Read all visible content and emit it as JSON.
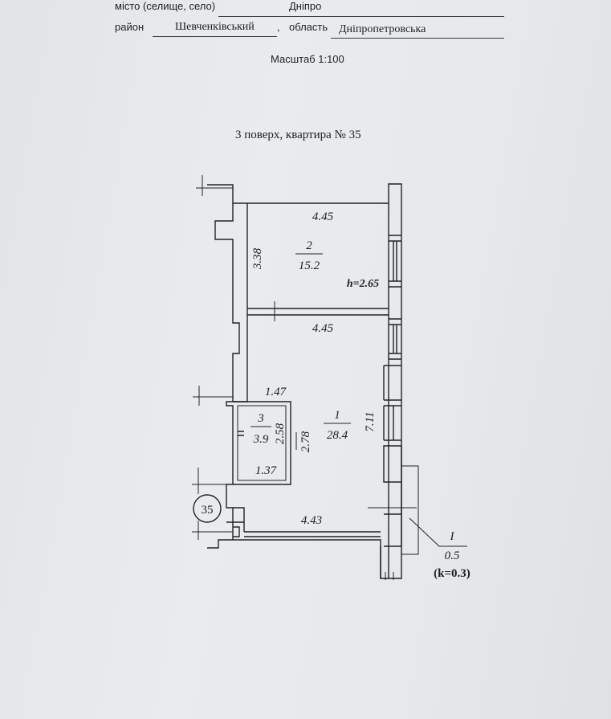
{
  "header": {
    "city_label": "місто (селище, село)",
    "city_value": "Дніпро",
    "district_label": "район",
    "district_value": "Шевченківський",
    "district_sep": ",",
    "region_label": "область",
    "region_value": "Дніпропетровська"
  },
  "scale": "Масштаб 1:100",
  "plan_title": "3  поверх, квартира № 35",
  "plan": {
    "apartment_no": "35",
    "room2": {
      "no": "2",
      "area": "15.2",
      "width_top": "4.45",
      "depth": "3.38"
    },
    "height_note": "h=2.65",
    "room1": {
      "no": "1",
      "area": "28.4",
      "width_top": "4.45",
      "width_bottom": "4.43",
      "depth": "7.11",
      "depth_inner": "2.78"
    },
    "room3": {
      "no": "3",
      "area": "3.9",
      "width_top": "1.47",
      "width_bottom": "1.37",
      "depth": "2.58"
    },
    "balcony": {
      "no": "I",
      "area": "0.5",
      "k_note": "(k=0.3)"
    }
  }
}
